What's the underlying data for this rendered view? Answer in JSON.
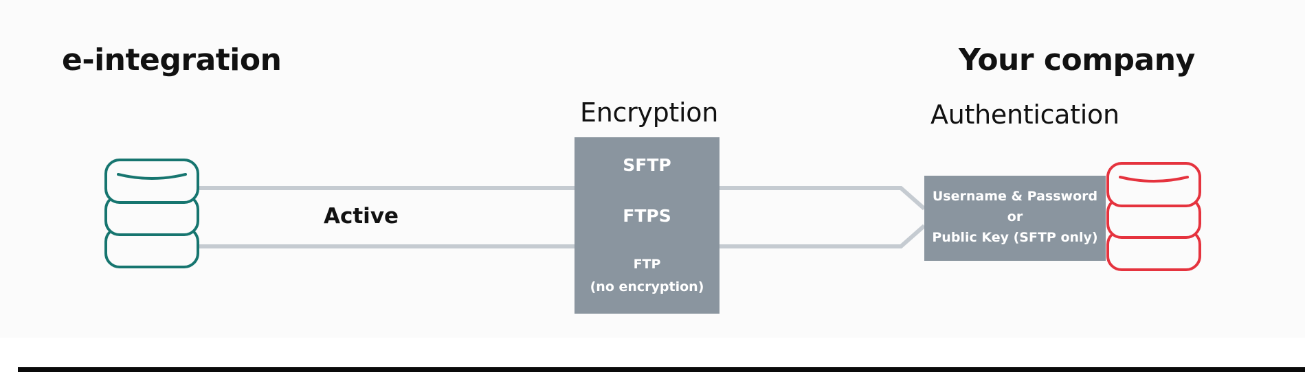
{
  "left_party": {
    "title": "e-integration"
  },
  "right_party": {
    "title": "Your company"
  },
  "connection": {
    "mode_label": "Active"
  },
  "encryption": {
    "heading": "Encryption",
    "protocols": [
      "SFTP",
      "FTPS",
      "FTP",
      "(no encryption)"
    ]
  },
  "authentication": {
    "heading": "Authentication",
    "methods": [
      "Username & Password",
      "or",
      "Public Key (SFTP only)"
    ]
  },
  "colors": {
    "left_database": "#16756f",
    "right_database": "#e5333e",
    "pipe": "#c5cbd1",
    "box_fill": "#8a959f"
  },
  "icons": [
    "database-icon",
    "database-icon"
  ]
}
